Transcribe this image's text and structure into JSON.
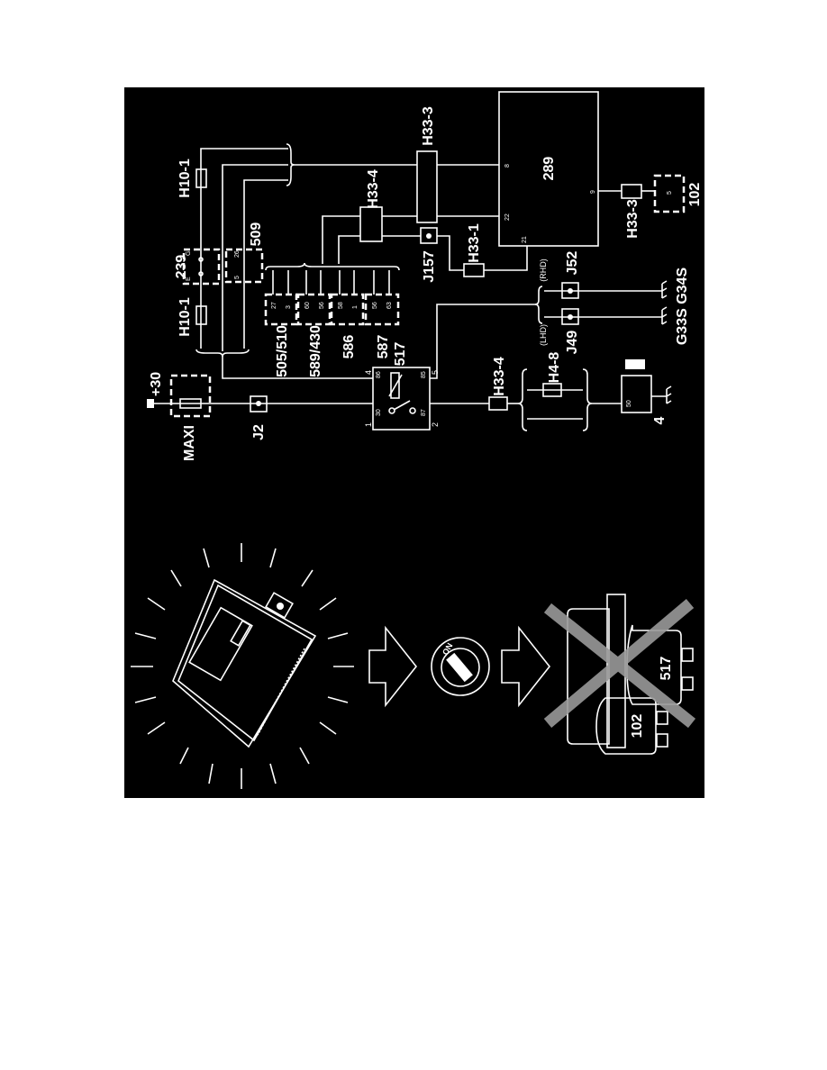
{
  "diagram": {
    "background": "#000000",
    "foreground": "#ffffff",
    "supply": "+30",
    "fuse_box": "MAXI",
    "junctions": {
      "j2": "J2",
      "j157": "J157",
      "j52": "J52",
      "j49": "J49"
    },
    "connectors": {
      "h10_top": "H10-1",
      "h10_bottom": "H10-1",
      "h33_3_top": "H33-3",
      "h33_4_top": "H33-4",
      "h33_1": "H33-1",
      "h33_4_bottom": "H33-4",
      "h4_8": "H4-8",
      "h33_3_right": "H33-3"
    },
    "components": {
      "c239": "239",
      "c509": "509",
      "c289": "289",
      "c102": "102",
      "c517": "517",
      "c4": "4",
      "m1": "505/510",
      "m2": "589/430",
      "m3": "586",
      "m4": "587"
    },
    "variants": {
      "rhd": "(RHD)",
      "lhd": "(LHD)"
    },
    "grounds": "G33S G34S",
    "pins": {
      "p239_e": "E",
      "p239_g": "G",
      "p509_26": "26",
      "p509_5": "5",
      "m1a": "27",
      "m1b": "3",
      "m2a": "60",
      "m2b": "56",
      "m3a": "58",
      "m3b": "1",
      "m4a": "56",
      "m4b": "63",
      "r30": "30",
      "r87": "87",
      "r86": "86",
      "r85": "85",
      "r1": "1",
      "r2": "2",
      "r4": "4",
      "r5": "5",
      "e8": "8",
      "e22": "22",
      "e21": "21",
      "e9": "9",
      "c102_5": "5",
      "c4_50": "50"
    },
    "illustration": {
      "key_position": "ON",
      "relay_a": "102",
      "relay_b": "517"
    }
  }
}
